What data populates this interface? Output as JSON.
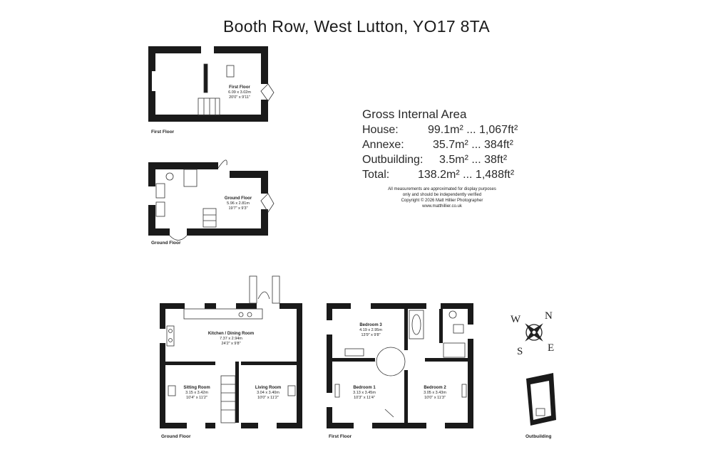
{
  "title": "Booth Row, West Lutton, YO17 8TA",
  "gia": {
    "heading": "Gross Internal Area",
    "rows": [
      {
        "label": "House:",
        "value": "99.1m² ... 1,067ft²"
      },
      {
        "label": "Annexe:",
        "value": "35.7m² ... 384ft²"
      },
      {
        "label": "Outbuilding:",
        "value": "3.5m² ... 38ft²"
      },
      {
        "label": "Total:",
        "value": "138.2m² ... 1,488ft²"
      }
    ]
  },
  "notes": [
    "All measurements are approximated for display purposes",
    "only and should be independently verified",
    "Copyright © 2026 Matt Hillier Photographer",
    "www.matthillier.co.uk"
  ],
  "floor_labels": {
    "annexe_first": "First Floor",
    "annexe_ground": "Ground Floor",
    "house_ground": "Ground Floor",
    "house_first": "First Floor",
    "outbuilding": "Outbuilding"
  },
  "rooms": {
    "annexe_first": {
      "name": "First Floor",
      "metric": "6.09 x 3.02m",
      "imperial": "20'0\" x 9'11\""
    },
    "annexe_ground": {
      "name": "Ground Floor",
      "metric": "5.96 x 2.81m",
      "imperial": "19'7\" x 9'3\""
    },
    "kitchen": {
      "name": "Kitchen / Dining Room",
      "metric": "7.37 x 2.94m",
      "imperial": "24'2\" x 9'8\""
    },
    "sitting": {
      "name": "Sitting Room",
      "metric": "3.15 x 3.42m",
      "imperial": "10'4\" x 11'2\""
    },
    "living": {
      "name": "Living Room",
      "metric": "3.04 x 3.40m",
      "imperial": "10'0\" x 11'2\""
    },
    "bedroom3": {
      "name": "Bedroom 3",
      "metric": "4.19 x 2.95m",
      "imperial": "13'9\" x 9'8\""
    },
    "bedroom1": {
      "name": "Bedroom 1",
      "metric": "3.13 x 3.45m",
      "imperial": "10'3\" x 11'4\""
    },
    "bedroom2": {
      "name": "Bedroom 2",
      "metric": "3.05 x 3.43m",
      "imperial": "10'0\" x 11'3\""
    }
  },
  "compass": {
    "n": "N",
    "e": "E",
    "s": "S",
    "w": "W"
  }
}
